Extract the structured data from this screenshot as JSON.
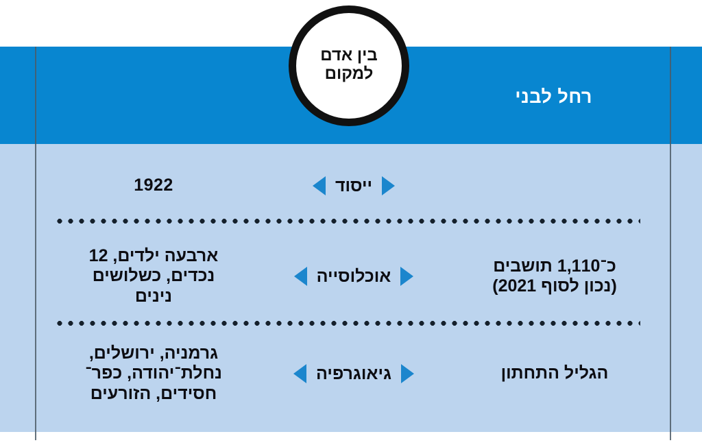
{
  "badge": {
    "line1": "בין אדם",
    "line2": "למקום"
  },
  "header": {
    "title": "רחל לבני",
    "banner_color": "#0886D0"
  },
  "panel": {
    "background_color": "#BCD4EE"
  },
  "arrows": {
    "color": "#1B86CD",
    "left_icon": "triangle-left-icon",
    "right_icon": "triangle-right-icon"
  },
  "rows": [
    {
      "category": "ייסוד",
      "right_value": "1922",
      "left_value": ""
    },
    {
      "category": "אוכלוסייה",
      "right_value_lines": [
        "ארבעה ילדים, 12",
        "נכדים, כשלושים",
        "נינים"
      ],
      "left_value_lines": [
        "כ־1,110 תושבים",
        "(נכון לסוף 2021)"
      ]
    },
    {
      "category": "גיאוגרפיה",
      "right_value_lines": [
        "גרמניה, ירושלים,",
        "נחלת־יהודה, כפר־",
        "חסידים, הזורעים"
      ],
      "left_value": "הגליל התחתון"
    }
  ]
}
